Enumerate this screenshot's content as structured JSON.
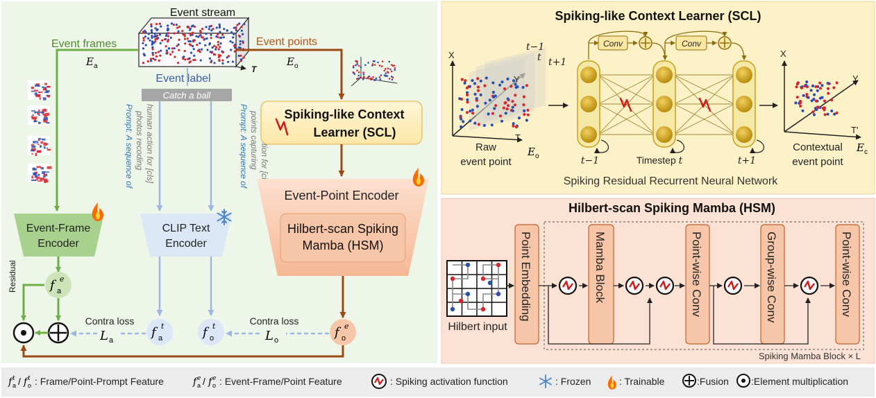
{
  "colors": {
    "left_bg": "#eef6ea",
    "scl_bg": "#fdf1c8",
    "hsm_bg": "#fbe2d4",
    "legend_bg": "#ececec",
    "green": "#70ad47",
    "blue_arrow": "#9bb7df",
    "brown": "#9b4a12",
    "gold": "#c8a018",
    "gold_dark": "#8a6d0a",
    "orange_block": "#f7c6a8",
    "block_border": "#c0622c",
    "event_red": "#d9262a",
    "event_blue": "#2b4fb0"
  },
  "left": {
    "event_stream": "Event stream",
    "event_frames": "Event frames",
    "E_a": "E",
    "E_a_sub": "a",
    "event_points": "Event points",
    "E_o": "E",
    "E_o_sub": "o",
    "T": "T",
    "event_label": "Event label",
    "catch_ball": "Catch a ball",
    "prompt1_lines": [
      "Prompt: A sequence of",
      "photos recoding",
      "human action for [cls]"
    ],
    "prompt2_lines": [
      "Prompt: A sequence of",
      "points capturing",
      "human motion for [cls]"
    ],
    "scl_box_line1": "Spiking-like Context",
    "scl_box_line2": "Learner (SCL)",
    "epe_title": "Event-Point Encoder",
    "hsm_box_line1": "Hilbert-scan Spiking",
    "hsm_box_line2": "Mamba (HSM)",
    "efe_line1": "Event-Frame",
    "efe_line2": "Encoder",
    "clip_line1": "CLIP Text",
    "clip_line2": "Encoder",
    "residual": "Residual",
    "contra_loss_a": "Contra loss",
    "contra_loss_o": "Contra loss",
    "L_a": "L",
    "L_a_sub": "a",
    "L_o": "L",
    "L_o_sub": "o",
    "f": "f",
    "sub_a": "a",
    "sub_o": "o",
    "sup_e": "e",
    "sup_t": "t"
  },
  "scl": {
    "title": "Spiking-like Context Learner (SCL)",
    "conv1": "Conv",
    "conv2": "Conv",
    "t_minus_1": "t−1",
    "t": "t",
    "t_plus_1": "t+1",
    "raw_line1": "Raw",
    "raw_line2": "event point",
    "E_o": "E",
    "E_o_sub": "o",
    "col1_label": "t−1",
    "timestep_label": "Timestep",
    "timestep_t": "t",
    "col3_label": "t+1",
    "ctx_line1": "Contextual",
    "ctx_line2": "event point",
    "E_c": "E",
    "E_c_sub": "c",
    "axis_x": "X",
    "axis_y": "Y",
    "axis_t": "T",
    "axis_t_prime": "T′",
    "footer": "Spiking Residual Recurrent Neural Network"
  },
  "hsm": {
    "title": "Hilbert-scan Spiking Mamba (HSM)",
    "hilbert_input": "Hilbert input",
    "blocks": [
      "Point Embedding",
      "Mamba Block",
      "Point-wise Conv",
      "Group-wise Conv",
      "Point-wise Conv"
    ],
    "block_caption": "Spiking Mamba Block × L"
  },
  "legend": {
    "item1": ": Frame/Point-Prompt Feature",
    "item2": ": Event-Frame/Point Feature",
    "item3": ": Spiking activation function",
    "item4": ": Frozen",
    "item5": ": Trainable",
    "item6": ":Fusion",
    "item7": ":Element multiplication"
  }
}
